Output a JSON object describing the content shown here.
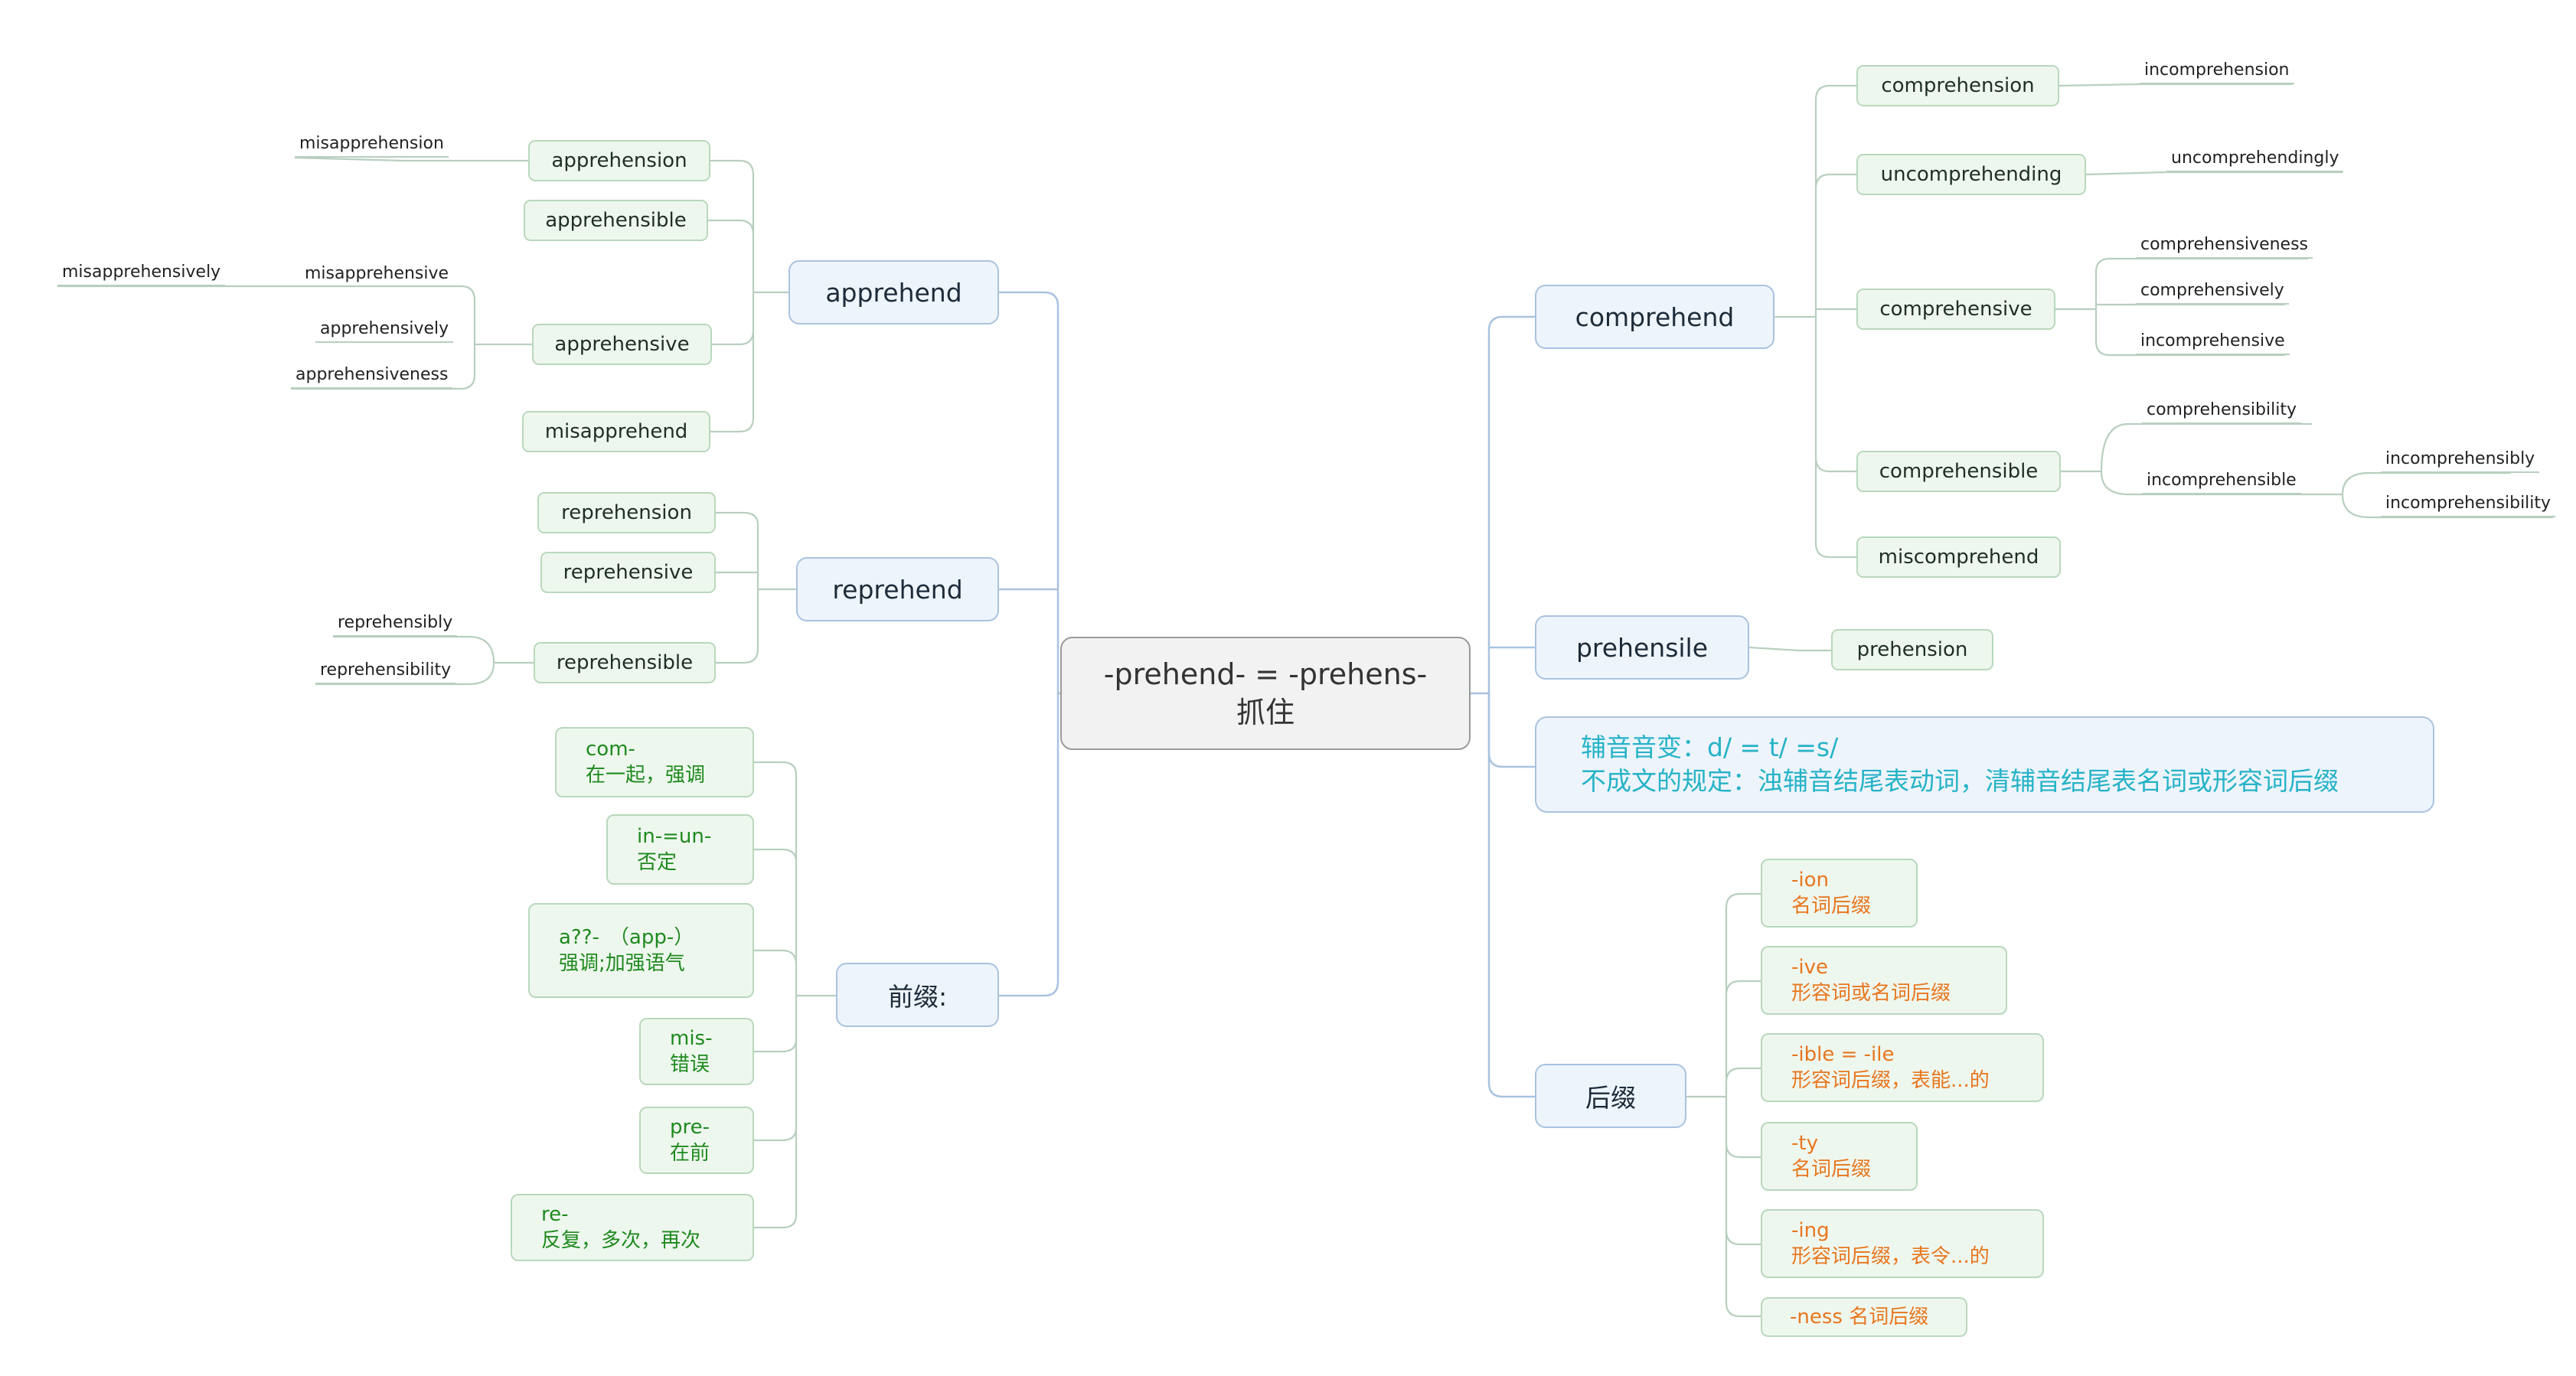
{
  "center": {
    "line1": "-prehend- = -prehens-",
    "line2": "抓住"
  },
  "apprehend": {
    "label": "apprehend",
    "apprehension": "apprehension",
    "misapprehension": "misapprehension",
    "apprehensible": "apprehensible",
    "apprehensive": "apprehensive",
    "misapprehensive": "misapprehensive",
    "misapprehensively": "misapprehensively",
    "apprehensively": "apprehensively",
    "apprehensiveness": "apprehensiveness",
    "misapprehend": "misapprehend"
  },
  "reprehend": {
    "label": "reprehend",
    "reprehension": "reprehension",
    "reprehensive": "reprehensive",
    "reprehensible": "reprehensible",
    "reprehensibly": "reprehensibly",
    "reprehensibility": "reprehensibility"
  },
  "prefixes": {
    "label": "前缀:",
    "com": {
      "title": "com-",
      "meaning": "在一起，强调"
    },
    "in": {
      "title": "in-=un-",
      "meaning": "否定"
    },
    "a": {
      "title": "a??-　（app-）",
      "meaning": "强调;加强语气"
    },
    "mis": {
      "title": "mis-",
      "meaning": "错误"
    },
    "pre": {
      "title": "pre-",
      "meaning": "在前"
    },
    "re": {
      "title": "re-",
      "meaning": "反复，多次，再次"
    }
  },
  "comprehend": {
    "label": "comprehend",
    "comprehension": "comprehension",
    "incomprehension": "incomprehension",
    "uncomprehending": "uncomprehending",
    "uncomprehendingly": "uncomprehendingly",
    "comprehensive": "comprehensive",
    "comprehensiveness": "comprehensiveness",
    "comprehensively": "comprehensively",
    "incomprehensive": "incomprehensive",
    "comprehensible": "comprehensible",
    "comprehensibility": "comprehensibility",
    "incomprehensible": "incomprehensible",
    "incomprehensibly": "incomprehensibly",
    "incomprehensibility": "incomprehensibility",
    "miscomprehend": "miscomprehend"
  },
  "prehensile": {
    "label": "prehensile",
    "prehension": "prehension"
  },
  "note": {
    "line1": "辅音音变：d/ = t/ =s/",
    "line2": "不成文的规定：浊辅音结尾表动词，清辅音结尾表名词或形容词后缀"
  },
  "suffixes": {
    "label": "后缀",
    "ion": {
      "title": "-ion",
      "meaning": "名词后缀"
    },
    "ive": {
      "title": "-ive",
      "meaning": "形容词或名词后缀"
    },
    "ible": {
      "title": "-ible = -ile",
      "meaning": "形容词后缀，表能...的"
    },
    "ty": {
      "title": "-ty",
      "meaning": "名词后缀"
    },
    "ing": {
      "title": "-ing",
      "meaning": "形容词后缀，表令...的"
    },
    "ness": {
      "title": "-ness 名词后缀"
    }
  },
  "colors": {
    "connector": "#a9c3e0",
    "leaf_connector": "#b8cfbf",
    "prefix_text": "#1f8a1f",
    "suffix_text": "#e8761e",
    "note_text": "#26b3c7"
  }
}
